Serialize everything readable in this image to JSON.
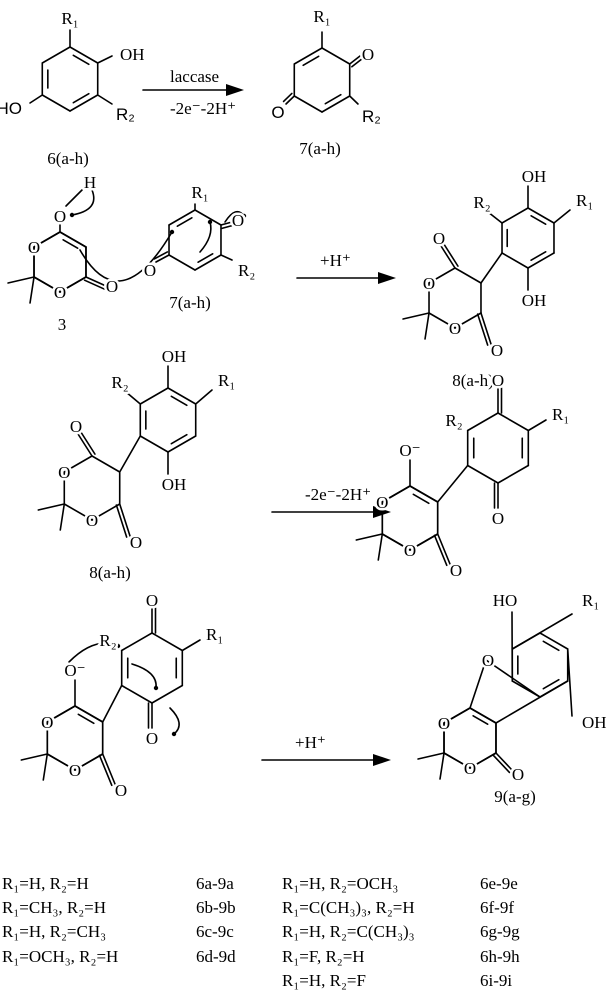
{
  "atoms": {
    "oh": "OH",
    "ho": "HO",
    "o": "O",
    "o_minus": "O⁻",
    "h": "H",
    "r1": "R₁",
    "r2": "R₂"
  },
  "step1": {
    "reactant_label": "6(a-h)",
    "reagent": "laccase",
    "conditions": "-2e⁻-2H⁺",
    "product_label": "7(a-h)"
  },
  "step2": {
    "reactant_a_label": "3",
    "reactant_b_label": "7(a-h)",
    "conditions": "+H⁺",
    "product_label": "8(a-h)"
  },
  "step3": {
    "reactant_label": "8(a-h)",
    "conditions": "-2e⁻-2H⁺"
  },
  "step4": {
    "conditions": "+H⁺",
    "product_label": "9(a-g)"
  },
  "substituents": [
    {
      "groups": "R₁=H, R₂=H",
      "compounds": "6a-9a"
    },
    {
      "groups": "R₁=CH₃, R₂=H",
      "compounds": "6b-9b"
    },
    {
      "groups": "R₁=H, R₂=CH₃",
      "compounds": "6c-9c"
    },
    {
      "groups": "R₁=OCH₃, R₂=H",
      "compounds": "6d-9d"
    },
    {
      "groups": "R₁=H, R₂=OCH₃",
      "compounds": "6e-9e"
    },
    {
      "groups": "R₁=C(CH₃)₃, R₂=H",
      "compounds": "6f-9f"
    },
    {
      "groups": "R₁=H, R₂=C(CH₃)₃",
      "compounds": "6g-9g"
    },
    {
      "groups": "R₁=F, R₂=H",
      "compounds": "6h-9h"
    },
    {
      "groups": "R₁=H, R₂=F",
      "compounds": "6i-9i"
    }
  ]
}
